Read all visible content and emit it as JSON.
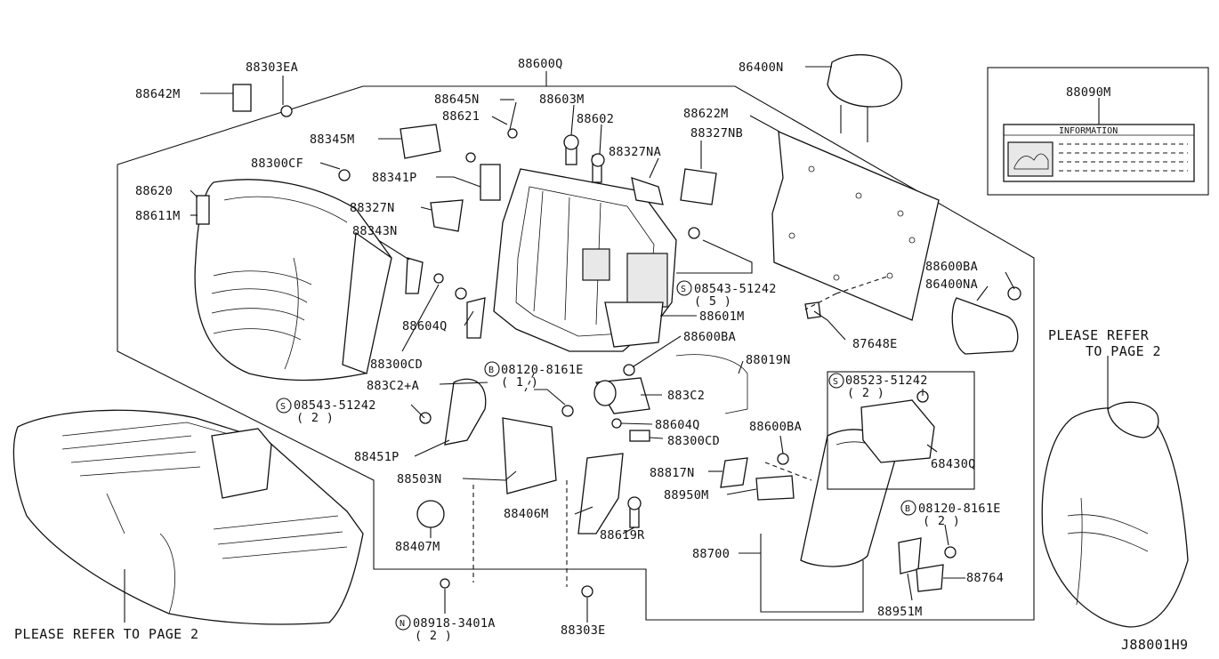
{
  "labels": {
    "p88303EA": "88303EA",
    "p88642M": "88642M",
    "p88600Q": "88600Q",
    "p86400N": "86400N",
    "p88645N": "88645N",
    "p88603M": "88603M",
    "p88621": "88621",
    "p88602": "88602",
    "p88622M": "88622M",
    "p88345M": "88345M",
    "p88327NB": "88327NB",
    "p88327NA": "88327NA",
    "p88300CF": "88300CF",
    "p88341P": "88341P",
    "p88620": "88620",
    "p88611M": "88611M",
    "p88327N": "88327N",
    "p88343N": "88343N",
    "p88600BA_a": "88600BA",
    "p86400NA": "86400NA",
    "p08543_51242_a": "08543-51242",
    "q5": "( 5 )",
    "p88601M": "88601M",
    "p88604Q_a": "88604Q",
    "p87648E": "87648E",
    "p88600BA_b": "88600BA",
    "p88300CD_a": "88300CD",
    "p88019N": "88019N",
    "p883C2A": "883C2+A",
    "p08120_8161E_a": "08120-8161E",
    "q1": "( 1 )",
    "p08523_51242": "08523-51242",
    "q2a": "( 2 )",
    "p883C2": "883C2",
    "p08543_51242_b": "08543-51242",
    "q2b": "( 2 )",
    "p88604Q_b": "88604Q",
    "p88600BA_c": "88600BA",
    "p88300CD_b": "88300CD",
    "p88451P": "88451P",
    "p68430Q": "68430Q",
    "p88817N": "88817N",
    "p88503N": "88503N",
    "p88950M": "88950M",
    "p08120_8161E_b": "08120-8161E",
    "q2c": "( 2 )",
    "p88406M": "88406M",
    "p88619R": "88619R",
    "p88407M": "88407M",
    "p88700": "88700",
    "p88764": "88764",
    "p88951M": "88951M",
    "p08918_3401A": "08918-3401A",
    "q2d": "( 2 )",
    "p88303E": "88303E",
    "refer_right_1": "PLEASE REFER",
    "refer_right_2": "TO PAGE 2",
    "refer_bottom": "PLEASE REFER TO PAGE 2",
    "diagram_code": "J88001H9"
  },
  "inset": {
    "part_no": "88090M",
    "title": "INFORMATION"
  },
  "circle_marks": {
    "s": "S",
    "b": "B",
    "n": "N"
  }
}
